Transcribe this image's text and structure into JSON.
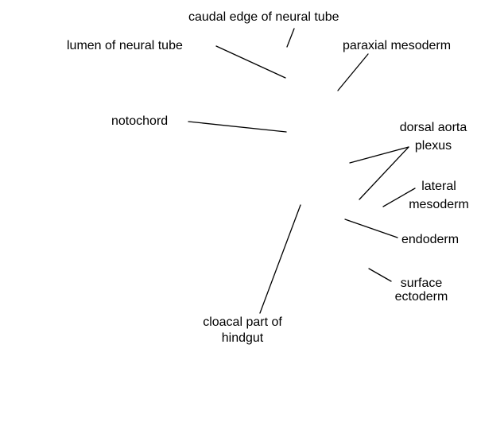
{
  "labels": {
    "caudal_edge": "caudal edge of neural tube",
    "lumen": "lumen of neural tube",
    "paraxial": "paraxial mesoderm",
    "notochord": "notochord",
    "dorsal_aorta_line1": "dorsal aorta",
    "dorsal_aorta_line2": "plexus",
    "lateral_line1": "lateral",
    "lateral_line2": "mesoderm",
    "endoderm": "endoderm",
    "surface_line1": "surface",
    "surface_line2": "ectoderm",
    "cloacal_line1": "cloacal part of",
    "cloacal_line2": "hindgut"
  },
  "colors": {
    "line": "#000000",
    "text": "#000000",
    "background": "#ffffff"
  }
}
